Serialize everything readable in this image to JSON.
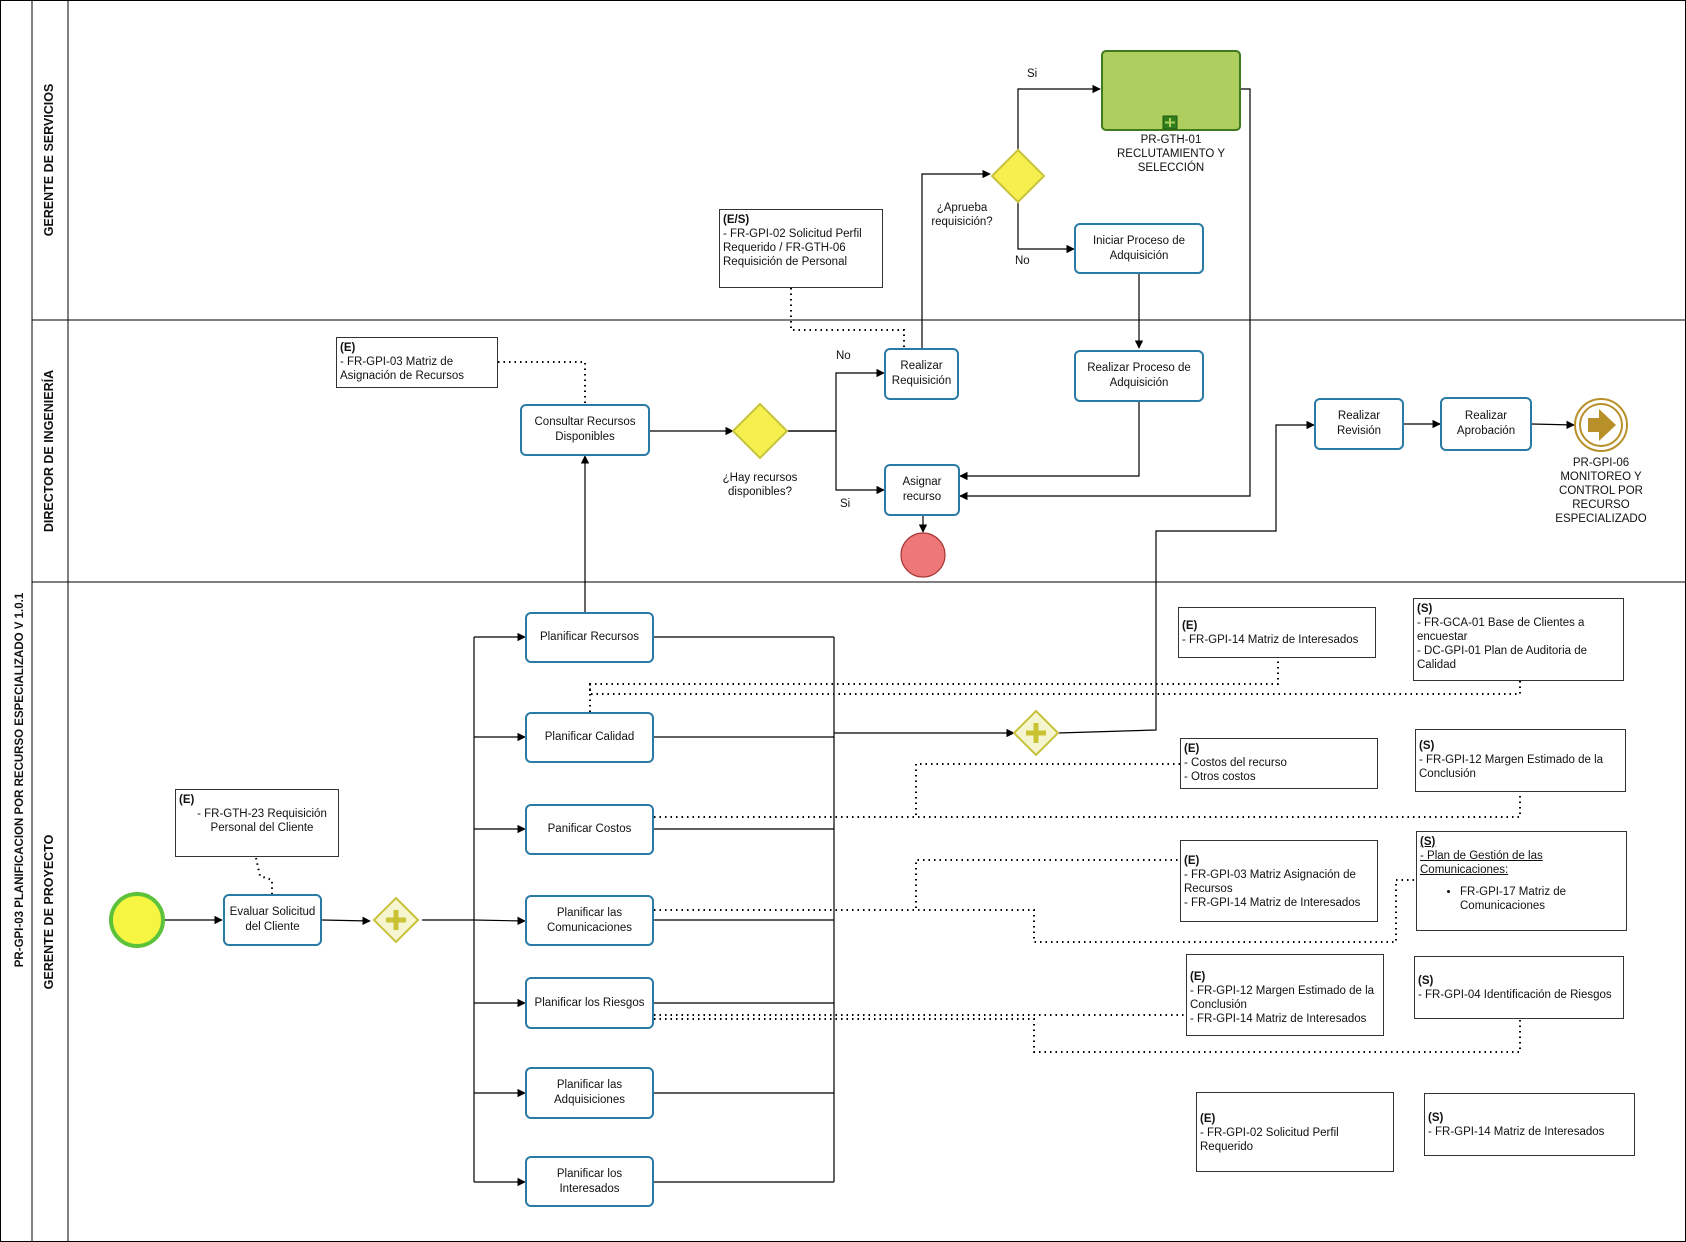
{
  "pool_title": "PR-GPI-03 PLANIFICACION POR RECURSO ESPECIALIZADO V 1.0.1",
  "lanes": {
    "servicios": "GERENTE DE SERVICIOS",
    "director": "DIRECTOR DE INGENIERÍA",
    "proyecto": "GERENTE DE PROYECTO"
  },
  "tasks": {
    "evaluar": "Evaluar Solicitud del Cliente",
    "plan_recursos": "Planificar Recursos",
    "plan_calidad": "Planificar Calidad",
    "plan_costos": "Panificar Costos",
    "plan_comunicaciones": "Planificar las Comunicaciones",
    "plan_riesgos": "Planificar los Riesgos",
    "plan_adquisiciones": "Planificar las Adquisiciones",
    "plan_interesados": "Planificar los Interesados",
    "consultar": "Consultar Recursos Disponibles",
    "realizar_requisicion": "Realizar Requisición",
    "asignar": "Asignar recurso",
    "iniciar_adq": "Iniciar Proceso de Adquisición",
    "realizar_adq": "Realizar Proceso de Adquisición",
    "revision": "Realizar Revisión",
    "aprobacion": "Realizar Aprobación"
  },
  "subprocess_label": "PR-GTH-01 RECLUTAMIENTO Y SELECCIÓN",
  "end_link_label": "PR-GPI-06 MONITOREO Y CONTROL POR RECURSO ESPECIALIZADO",
  "gateways": {
    "hay_recursos": "¿Hay recursos disponibles?",
    "aprueba": "¿Aprueba requisición?"
  },
  "flow_labels": {
    "si": "Si",
    "no": "No"
  },
  "notes": {
    "gth23": {
      "head": "(E)",
      "items": [
        "- FR-GTH-23 Requisición Personal del Cliente"
      ]
    },
    "gpi03": {
      "head": "(E)",
      "items": [
        "- FR-GPI-03 Matriz de Asignación de Recursos"
      ]
    },
    "gpi02_es": {
      "head": "(E/S)",
      "items": [
        "- FR-GPI-02 Solicitud Perfil Requerido / FR-GTH-06 Requisición de Personal"
      ]
    },
    "e_interesados": {
      "head": "(E)",
      "items": [
        "- FR-GPI-14 Matriz de Interesados"
      ]
    },
    "s_calidad": {
      "head": "(S)",
      "items": [
        "- FR-GCA-01 Base de Clientes a encuestar",
        "- DC-GPI-01 Plan de Auditoria de Calidad"
      ]
    },
    "e_costos": {
      "head": "(E)",
      "items": [
        "- Costos del recurso",
        "- Otros costos"
      ]
    },
    "s_costos": {
      "head": "(S)",
      "items": [
        "- FR-GPI-12 Margen Estimado de la Conclusión"
      ]
    },
    "e_comunicaciones": {
      "head": "(E)",
      "items": [
        "- FR-GPI-03 Matriz Asignación de Recursos",
        "- FR-GPI-14 Matriz de Interesados"
      ]
    },
    "s_comunicaciones": {
      "head": "(S)",
      "plan": "- Plan de Gestión de las Comunicaciones:",
      "bullet": "FR-GPI-17 Matriz de Comunicaciones"
    },
    "e_riesgos": {
      "head": "(E)",
      "items": [
        "- FR-GPI-12 Margen Estimado de la Conclusión",
        "- FR-GPI-14 Matriz de Interesados"
      ]
    },
    "s_riesgos": {
      "head": "(S)",
      "items": [
        "- FR-GPI-04 Identificación de Riesgos"
      ]
    },
    "e_adquisiciones": {
      "head": "(E)",
      "items": [
        "- FR-GPI-02 Solicitud Perfil Requerido"
      ]
    },
    "s_interesados": {
      "head": "(S)",
      "items": [
        "- FR-GPI-14 Matriz de Interesados"
      ]
    }
  },
  "colors": {
    "task_border": "#2a7aa6",
    "start_fill": "#f5f542",
    "start_stroke": "#5cc23a",
    "gateway_fill": "#f5f050",
    "gateway_stroke": "#c8c23a",
    "subprocess_fill": "#aecf5f",
    "end_fill": "#ee7777",
    "link_event": "#b8902a"
  }
}
